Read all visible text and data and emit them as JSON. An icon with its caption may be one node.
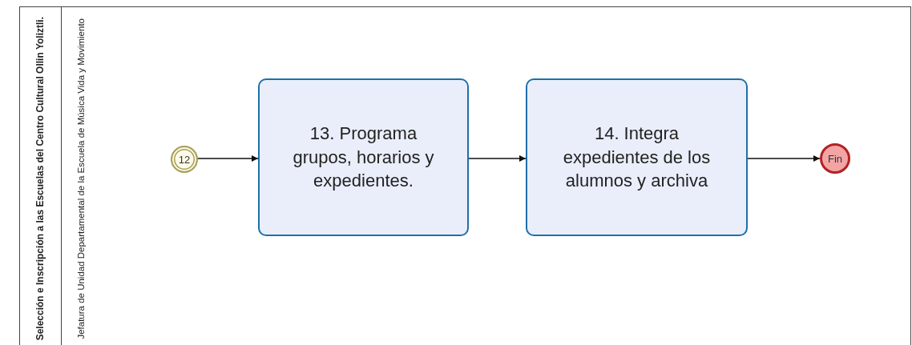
{
  "diagram": {
    "nodes": [
      {
        "text": [
          "Selección e Inscripción a las Escuelas del Centro Cultural Ollin Yoliztli."
        ]
      },
      {
        "text": [
          "Jefatura de Unidad Departamental de la Escuela de Música Vida y Movimiento"
        ],
        "in": 0
      },
      {
        "text": [
          "12"
        ],
        "in": 1
      },
      {
        "text": [
          "13. Programa grupos, horarios y expedientes."
        ],
        "in": 1
      },
      {
        "text": [
          "14. Integra expedientes de los alumnos y archiva"
        ],
        "in": 1
      },
      {
        "text": [
          "Fin"
        ],
        "in": 1
      }
    ],
    "edges": [
      {
        "from": 2,
        "to": 3,
        "arrow": "to"
      },
      {
        "from": 3,
        "to": 4,
        "arrow": "to"
      },
      {
        "from": 4,
        "to": 5,
        "arrow": "to"
      }
    ]
  }
}
